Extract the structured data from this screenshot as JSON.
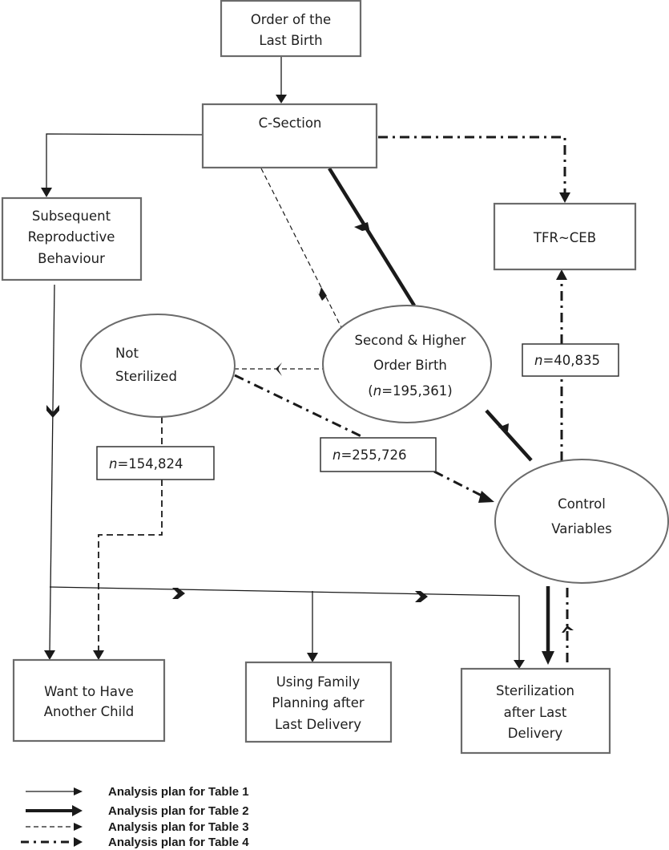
{
  "nodes": {
    "order_last_birth": [
      "Order of the",
      "Last Birth"
    ],
    "c_section": [
      "C-Section"
    ],
    "subsequent": [
      "Subsequent",
      "Reproductive",
      "Behaviour"
    ],
    "tfr_ceb": [
      "TFR~CEB"
    ],
    "not_sterilized": [
      "Not",
      "Sterilized"
    ],
    "second_higher": [
      "Second & Higher",
      "Order Birth"
    ],
    "second_higher_n": {
      "prefix": "(",
      "var": "n",
      "value": "=195,361)"
    },
    "control_variables": [
      "Control",
      "Variables"
    ],
    "want_another_child": [
      "Want to Have",
      "Another Child"
    ],
    "using_fp": [
      "Using Family",
      "Planning after",
      "Last Delivery"
    ],
    "sterilization": [
      "Sterilization",
      "after Last",
      "Delivery"
    ]
  },
  "sample_labels": {
    "n_40835": {
      "var": "n",
      "value": "=40,835"
    },
    "n_255726": {
      "var": "n",
      "value": "=255,726"
    },
    "n_154824": {
      "var": "n",
      "value": "=154,824"
    }
  },
  "legend": [
    {
      "style": "thin-solid",
      "label": "Analysis plan for Table 1"
    },
    {
      "style": "thick-solid",
      "label": "Analysis plan for Table 2"
    },
    {
      "style": "dashed",
      "label": "Analysis plan for Table 3"
    },
    {
      "style": "dash-dot",
      "label": "Analysis plan for Table 4"
    }
  ],
  "colors": {
    "line": "#1a1a1a",
    "border": "#6b6b6b",
    "text": "#1e1e1e"
  }
}
